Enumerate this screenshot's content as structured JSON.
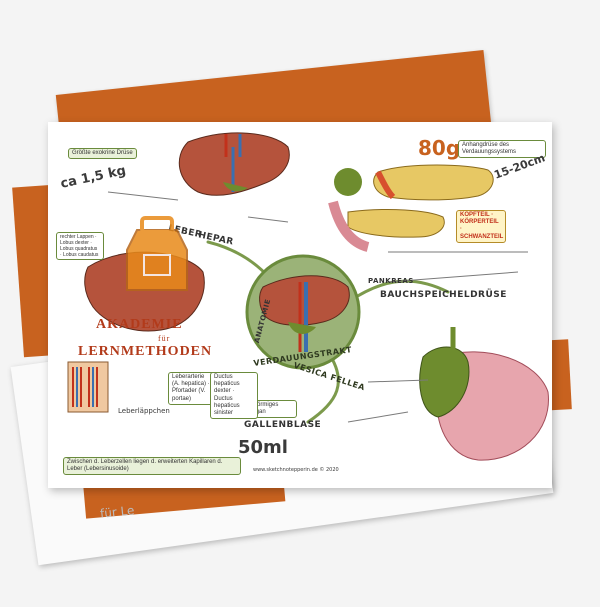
{
  "poster": {
    "center_label": "VERDAUUNGSTRAKT",
    "liver_title": "LEBER",
    "liver_title_latin": "HEPAR",
    "anatomie_label": "ANATOMIE",
    "weight_liver": "ca 1,5 kg",
    "largest_gland": "Größte exokrine Drüse",
    "pancreas_title": "BAUCHSPEICHELDRÜSE",
    "pancreas_latin": "PANKREAS",
    "pancreas_weight": "80g",
    "pancreas_length": "15-20cm",
    "pancreas_gland_note": "Anhangdrüse des Verdauungssystems",
    "pancreas_parts": "KOPFTEIL · KÖRPERTEIL · SCHWANZTEIL",
    "gallbladder_title": "GALLENBLASE",
    "gallbladder_latin": "VESICA FELLEA",
    "gallbladder_volume": "50ml",
    "gallbladder_shape": "Birnenförmiges Hohlorgan",
    "credit": "www.sketchnotepperin.de © 2020",
    "liver_lobes": "rechter Lappen · Lobus dexter · Lobus quadratus · Lobus caudatus",
    "ducts": "Ductus hepaticus dexter · Ductus hepaticus sinister",
    "pfortader": "Leberarterie (A. hepatica) · Pfortader (V. portae)",
    "leberlaeppchen": "Leberläppchen",
    "bottom_note": "Zwischen d. Leberzellen liegen d. erweiterten Kapillaren d. Leber (Lebersinusoide)",
    "logo_line1": "AKADEMIE",
    "logo_line2": "für",
    "logo_line3": "LERNMETHODEN",
    "back_sheet_text": "für Le"
  },
  "colors": {
    "orange": "#c8621f",
    "liver": "#b5533c",
    "green": "#7c9a4c",
    "gallbladder": "#6e8c2e",
    "pancreas": "#e7c864",
    "logo_orange": "#e88a1a"
  }
}
